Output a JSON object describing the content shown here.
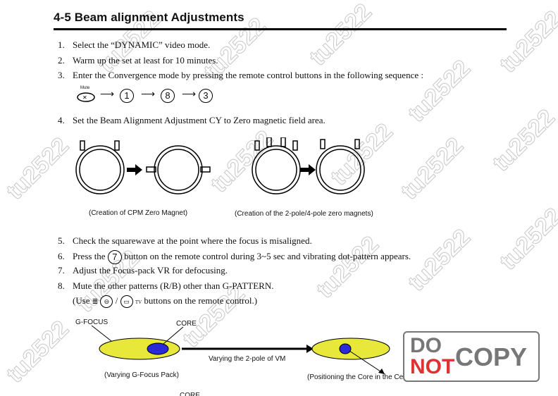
{
  "heading": "4-5 Beam alignment Adjustments",
  "steps": [
    {
      "num": "1.",
      "text": "Select the “DYNAMIC” video mode."
    },
    {
      "num": "2.",
      "text": "Warm up the set at least for 10 minutes."
    },
    {
      "num": "3.",
      "text": "Enter the Convergence mode by pressing the remote control buttons in the following sequence :"
    },
    {
      "num": "4.",
      "text": "Set the Beam Alignment Adjustment CY to Zero magnetic field area."
    },
    {
      "num": "5.",
      "text": "Check the squarewave at the point where the focus is misaligned."
    },
    {
      "num": "6.",
      "pre": "Press the",
      "post": "button on the remote control during 3~5 sec and vibrating dot-pattern appears."
    },
    {
      "num": "7.",
      "text": "Adjust the Focus-pack VR for defocusing."
    },
    {
      "num": "8.",
      "text": "Mute the other patterns (R/B) other than G-PATTERN."
    }
  ],
  "step8_sub": {
    "pre": "(Use",
    "sep": "/",
    "tv": "TV",
    "post": "buttons on the remote control.)"
  },
  "sequence": {
    "mute_label": "Mute",
    "keys": [
      "1",
      "8",
      "3"
    ],
    "key7": "7"
  },
  "captions": {
    "cpm": "(Creation of CPM Zero Magnet)",
    "pole": "(Creation of the 2-pole/4-pole zero magnets)",
    "gfocus": "G-FOCUS",
    "core": "CORE",
    "varying_vm": "Varying the 2-pole of VM",
    "varying_pack": "(Varying G-Focus Pack)",
    "positioning": "(Positioning the Core in the Center)",
    "core_cut": "CORE"
  },
  "watermark": "tu2522",
  "stamp": {
    "do": "DO",
    "not": "NOT",
    "copy": "COPY"
  },
  "colors": {
    "ellipse": "#e8e83a",
    "core": "#2a2ad8",
    "stamp_red": "#d33"
  }
}
